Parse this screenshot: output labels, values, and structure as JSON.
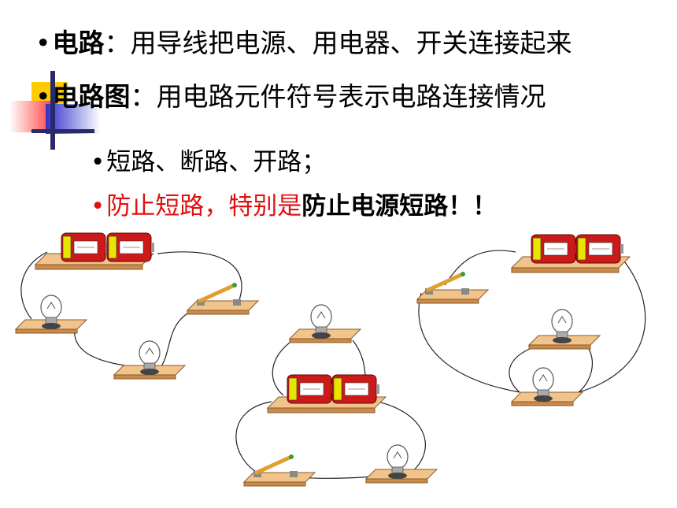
{
  "bullets": [
    {
      "marker": "•",
      "term": "电路",
      "sep": "：",
      "text": "用导线把电源、用电器、开关连接起来"
    },
    {
      "marker": "•",
      "term": "电路图",
      "sep": "：",
      "text": "用电路元件符号表示电路连接情况"
    }
  ],
  "sub_bullets": [
    {
      "marker": "•",
      "text": "短路、断路、开路；"
    },
    {
      "marker": "•",
      "red_text": "防止短路，特别是",
      "bold_text": "防止电源短路！！"
    }
  ],
  "colors": {
    "decor_yellow": "#ffcc00",
    "decor_red": "#ff3030",
    "decor_blue": "#3030cc",
    "warning_red": "#e01010",
    "board_wood": "#f1c48c",
    "battery_red": "#cc1a1a"
  },
  "illustrations": [
    {
      "name": "circuit-series-two-bulbs",
      "parts": [
        "battery-icon",
        "switch-icon",
        "bulb-icon",
        "bulb-icon"
      ]
    },
    {
      "name": "circuit-short-across-battery",
      "parts": [
        "bulb-icon",
        "battery-icon",
        "switch-icon",
        "bulb-icon"
      ]
    },
    {
      "name": "circuit-parallel-bulbs",
      "parts": [
        "battery-icon",
        "switch-icon",
        "bulb-icon",
        "bulb-icon"
      ]
    }
  ]
}
